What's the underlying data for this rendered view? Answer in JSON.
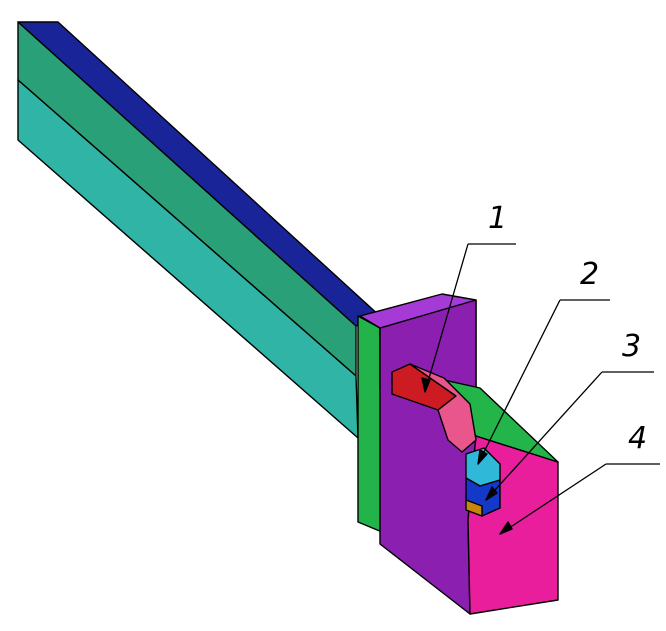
{
  "figure": {
    "callouts": [
      {
        "label": "1"
      },
      {
        "label": "2"
      },
      {
        "label": "3"
      },
      {
        "label": "4"
      }
    ],
    "colors": {
      "shank_top": "#1a2499",
      "shank_upper_side": "#2aa078",
      "shank_lower_side": "#2fb4a6",
      "plate_front": "#22b34a",
      "body_top": "#a53ad6",
      "body_front": "#8a1fb0",
      "body_side": "#e81e9c",
      "seat_top": "#24b54a",
      "insert_cutter": "#cc1b23",
      "insert_cutter_side": "#e8568c",
      "shim_top": "#2fb8d8",
      "shim_lower": "#1438c8",
      "base_plate": "#c8860a"
    }
  }
}
